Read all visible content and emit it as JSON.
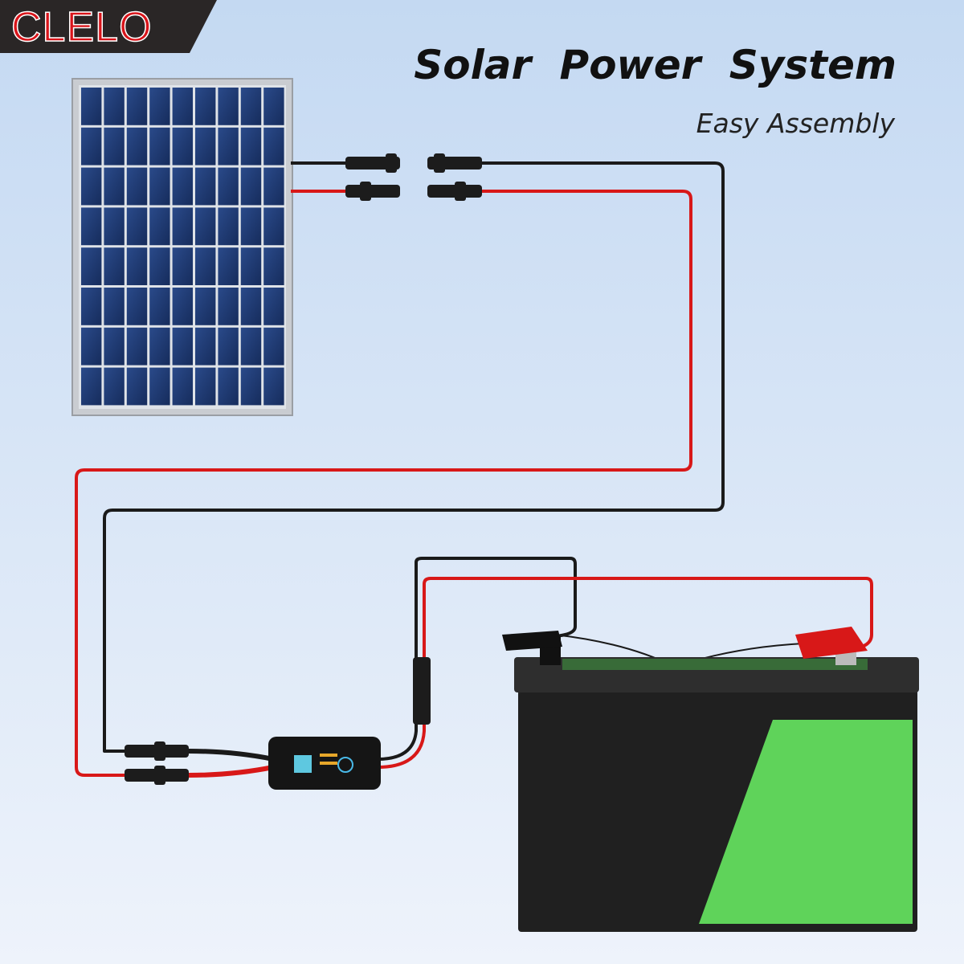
{
  "brand": {
    "logo_text": "CLELO",
    "color": "#d8141a"
  },
  "header": {
    "title": "Solar Power System",
    "subtitle": "Easy Assembly"
  },
  "colors": {
    "background_top": "#c4d9f2",
    "background_bottom": "#eef3fb",
    "wire_positive": "#d81818",
    "wire_negative": "#1a1a1a",
    "battery_body": "#262626",
    "battery_accent": "#5fd35a",
    "panel_cell": "#1f3a73"
  },
  "components": [
    "solar-panel",
    "mc4-connectors",
    "charge-controller",
    "battery"
  ]
}
